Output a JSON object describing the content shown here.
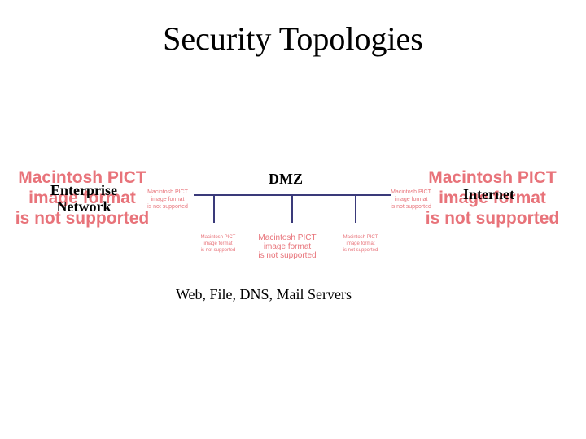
{
  "slide": {
    "title": "Security Topologies"
  },
  "diagram": {
    "enterprise": {
      "line1": "Enterprise",
      "line2": "Network"
    },
    "dmz": "DMZ",
    "internet": "Internet",
    "servers": "Web, File, DNS, Mail Servers"
  },
  "placeholder": {
    "line1": "Macintosh PICT",
    "line2": "image format",
    "line3": "is not supported"
  },
  "colors": {
    "network_line": "#3a3a7a",
    "placeholder_text": "#e8737a"
  }
}
